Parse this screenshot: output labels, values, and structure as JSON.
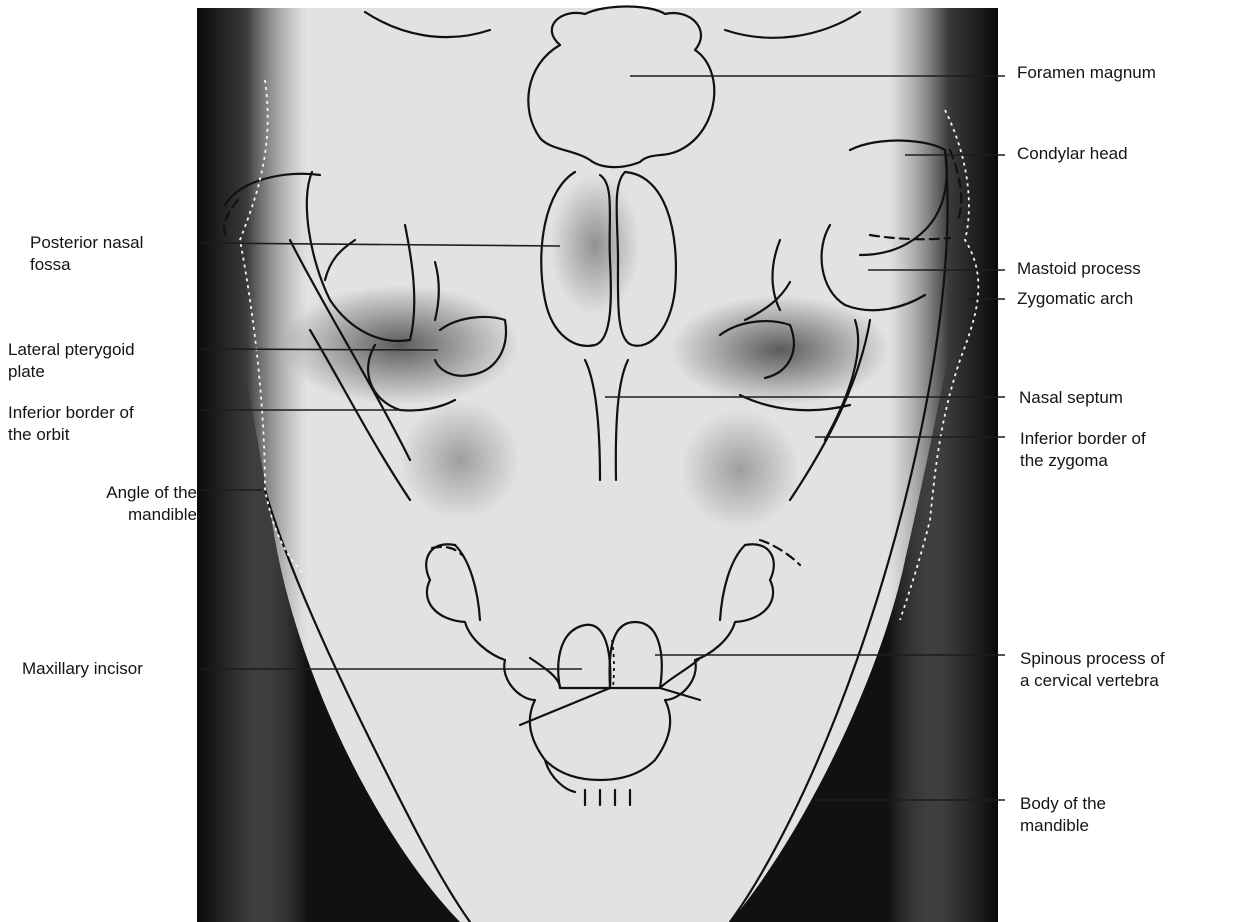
{
  "figure": {
    "subject": "occipitomental radiograph tracing",
    "colors": {
      "film_light": "#e4e4e4",
      "film_dark": "#0c0c0c",
      "ink": "#111111",
      "leader": "#222222"
    }
  },
  "labels": {
    "foramen_magnum": "Foramen magnum",
    "condylar_head": "Condylar head",
    "posterior_nasal_fossa": [
      "Posterior nasal",
      "fossa"
    ],
    "mastoid_process": "Mastoid process",
    "zygomatic_arch": "Zygomatic arch",
    "lateral_pterygoid_plate": [
      "Lateral pterygoid",
      "plate"
    ],
    "nasal_septum": "Nasal septum",
    "inferior_border_orbit": [
      "Inferior border of",
      "the orbit"
    ],
    "inferior_border_zygoma": [
      "Inferior border of",
      "the zygoma"
    ],
    "angle_of_mandible": [
      "Angle of the",
      "mandible"
    ],
    "maxillary_incisor": "Maxillary incisor",
    "spinous_process": [
      "Spinous process of",
      "a cervical vertebra"
    ],
    "body_of_mandible": [
      "Body of the",
      "mandible"
    ]
  }
}
